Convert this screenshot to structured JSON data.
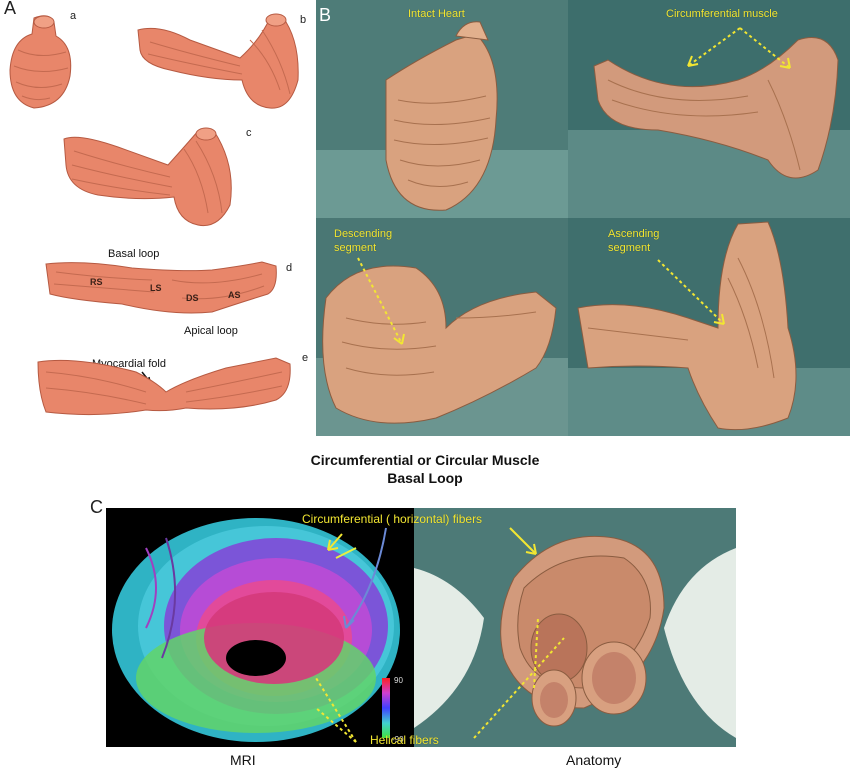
{
  "panel_a": {
    "letter": "A",
    "sub_letters": [
      "a",
      "b",
      "c",
      "d",
      "e"
    ],
    "basal_loop": "Basal loop",
    "apical_loop": "Apical loop",
    "segments": [
      "RS",
      "LS",
      "DS",
      "AS"
    ],
    "myocardial_fold": "Myocardial fold"
  },
  "panel_b": {
    "letter": "B",
    "intact_heart": "Intact Heart",
    "circumferential_muscle": "Circumferential muscle",
    "descending_line1": "Descending",
    "descending_line2": "segment",
    "ascending_line1": "Ascending",
    "ascending_line2": "segment"
  },
  "caption": {
    "line1": "Circumferential or Circular Muscle",
    "line2": "Basal Loop"
  },
  "panel_c": {
    "letter": "C",
    "circumferential_fibers": "Circumferential  ( horizontal) fibers",
    "helical_fibers": "Helical fibers",
    "colorbar_max": "90",
    "colorbar_min": "-90",
    "mri_caption": "MRI",
    "anatomy_caption": "Anatomy"
  },
  "colors": {
    "annotation_yellow": "#f2e632",
    "muscle_tone": "#e9896b",
    "model_tone": "#d9a27f",
    "background_teal": "#5f8f8a"
  }
}
